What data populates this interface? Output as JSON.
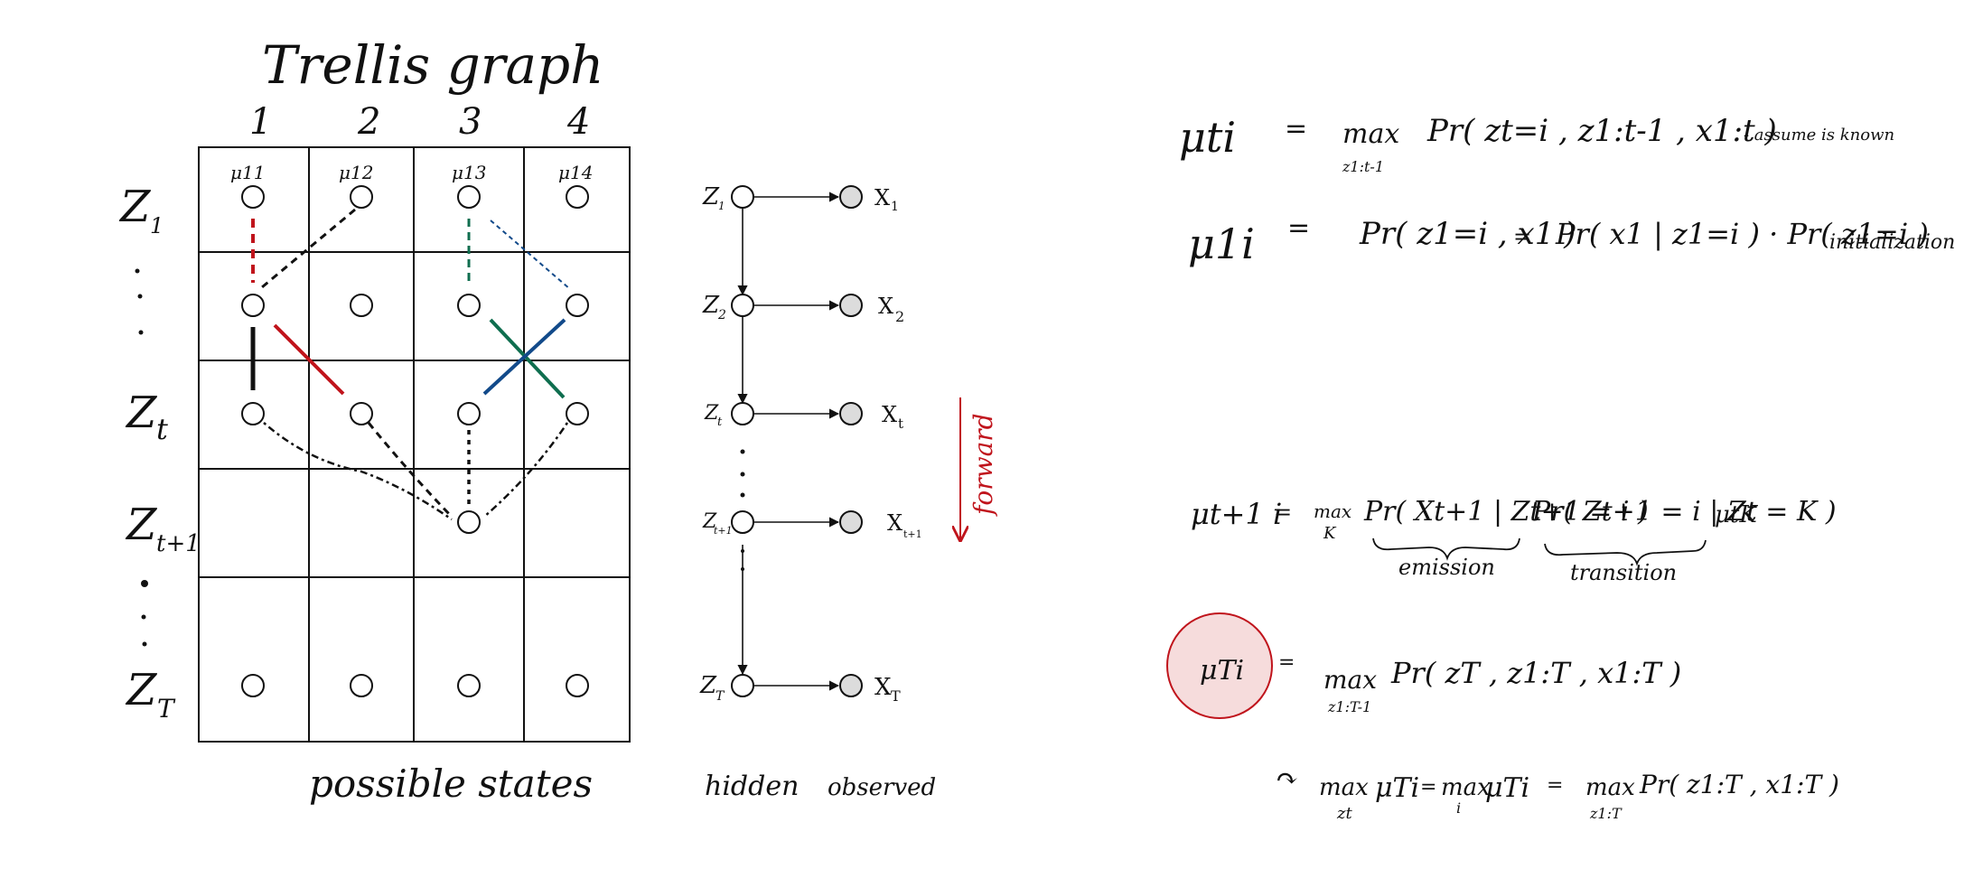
{
  "trellis": {
    "title": "Trellis graph",
    "columns": [
      "1",
      "2",
      "3",
      "4"
    ],
    "mu_labels": [
      "μ11",
      "μ12",
      "μ13",
      "μ14"
    ],
    "row_labels": {
      "z1": "Z",
      "z1_sub": "1",
      "zt": "Z",
      "zt_sub": "t",
      "zt1": "Z",
      "zt1_sub": "t+1",
      "zT": "Z",
      "zT_sub": "T"
    },
    "bottom_caption": "possible states",
    "colors": {
      "red": "#c0141c",
      "green": "#0f6e4f",
      "blue": "#124a8a",
      "black": "#111111"
    }
  },
  "hmm": {
    "hidden_caption": "hidden",
    "observed_caption": "observed",
    "hidden_nodes": [
      {
        "label": "Z",
        "sub": "1"
      },
      {
        "label": "Z",
        "sub": "2"
      },
      {
        "label": "Z",
        "sub": "t"
      },
      {
        "label": "Z",
        "sub": "t+1"
      },
      {
        "label": "Z",
        "sub": "T"
      }
    ],
    "observed_nodes": [
      {
        "label": "X",
        "sub": "1"
      },
      {
        "label": "X",
        "sub": "2"
      },
      {
        "label": "X",
        "sub": "t"
      },
      {
        "label": "X",
        "sub": "t+1"
      },
      {
        "label": "X",
        "sub": "T"
      }
    ],
    "forward_label": "forward"
  },
  "equations": {
    "eq1": {
      "lhs": "μti",
      "eq": "=",
      "op": "max",
      "op_sub": "z1:t-1",
      "rhs": "Pr( zt=i , z1:t-1 , x1:t )",
      "note": "- assume is known"
    },
    "eq2": {
      "lhs": "μ1i",
      "eq": "=",
      "rhs1": "Pr( z1=i , x1 )",
      "eq2": "=",
      "rhs2": "Pr( x1 | z1=i ) · Pr( z1=i )",
      "note": "initialization"
    },
    "eq3": {
      "lhs": "μt+1 i",
      "eq": "=",
      "op": "max",
      "op_sub": "K",
      "emission_term": "Pr( Xt+1 | Zt+1 = i )",
      "transition_term": "Pr( Zt+1 = i | Zt = K )",
      "mu_term": "μtK",
      "emission_label": "emission",
      "transition_label": "transition"
    },
    "eq4": {
      "lhs": "μTi",
      "eq": "=",
      "op": "max",
      "op_sub": "z1:T-1",
      "rhs": "Pr( zT , z1:T , x1:T )",
      "circle_color": "#f6dcdc",
      "circle_stroke": "#c0141c"
    },
    "eq5": {
      "arrow": "↷",
      "op1": "max",
      "op1_sub": "zt",
      "term1": "μTi",
      "eq1": "=",
      "op2": "max",
      "op2_sub": "i",
      "term2": "μTi",
      "eq2": "=",
      "op3": "max",
      "op3_sub": "z1:T",
      "rhs": "Pr( z1:T , x1:T )"
    }
  }
}
